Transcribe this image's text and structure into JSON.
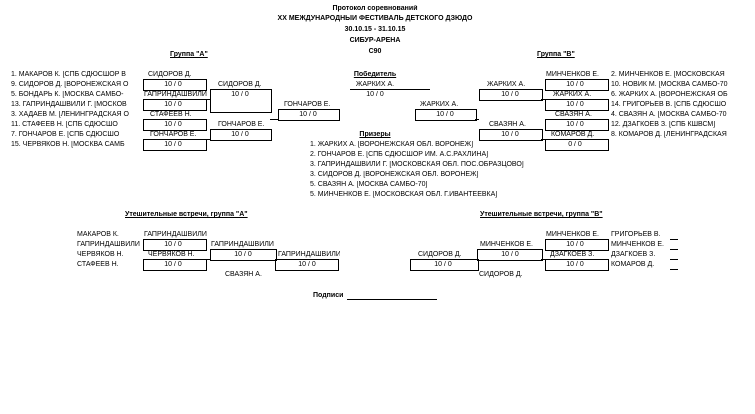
{
  "header": {
    "line1": "Протокол соревнований",
    "line2": "XX МЕЖДУНАРОДНЫЙ ФЕСТИВАЛЬ ДЕТСКОГО ДЗЮДО",
    "dates": "30.10.15 - 31.10.15",
    "venue": "СИБУР-АРЕНА",
    "category": "С90"
  },
  "group_a": {
    "title": "Группа \"А\"",
    "entries": [
      "1. МАКАРОВ К.  [СПБ СДЮСШОР В",
      "9. СИДОРОВ Д.  [ВОРОНЕЖСКАЯ О",
      "5. БОНДАРЬ К.  [МОСКВА САМБО-",
      "13. ГАПРИНДАШВИЛИ Г.  [МОСКОВ",
      "3. ХАДАЕВ М.  [ЛЕНИНГРАДСКАЯ О",
      "11. СТАФЕЕВ Н.  [СПБ СДЮСШО",
      "7. ГОНЧАРОВ Е.  [СПБ СДЮСШО",
      "15. ЧЕРВЯКОВ Н.  [МОСКВА САМБ"
    ],
    "r1": [
      {
        "name": "СИДОРОВ Д.",
        "score": "10 / 0"
      },
      {
        "name": "ГАПРИНДАШВИЛИ",
        "score": "10 / 0"
      },
      {
        "name": "СТАФЕЕВ Н.",
        "score": "10 / 0"
      },
      {
        "name": "ГОНЧАРОВ Е.",
        "score": "10 / 0"
      }
    ],
    "r2": [
      {
        "name": "СИДОРОВ Д.",
        "score": "10 / 0"
      },
      {
        "name": "ГОНЧАРОВ Е.",
        "score": "10 / 0"
      }
    ],
    "final": {
      "name": "ГОНЧАРОВ Е.",
      "score": "10 / 0"
    }
  },
  "group_b": {
    "title": "Группа \"В\"",
    "entries": [
      "2. МИНЧЕНКОВ Е.  [МОСКОВСКАЯ",
      "10. НОВИК М.  [МОСКВА САМБО-70",
      "6. ЖАРКИХ А.  [ВОРОНЕЖСКАЯ ОБ",
      "14. ГРИГОРЬЕВ В.  [СПБ СДЮСШО",
      "4. СВАЗЯН А.  [МОСКВА САМБО-70",
      "12. ДЗАГКОЕВ З.  [СПБ КШВСМ]",
      "8. КОМАРОВ Д.  [ЛЕНИНГРАДСКАЯ"
    ],
    "r1": [
      {
        "name": "МИНЧЕНКОВ Е.",
        "score": "10 / 0"
      },
      {
        "name": "ЖАРКИХ А.",
        "score": "10 / 0"
      },
      {
        "name": "СВАЗЯН А.",
        "score": "10 / 0"
      },
      {
        "name": "КОМАРОВ Д.",
        "score": "0 / 0"
      }
    ],
    "r2": [
      {
        "name": "ЖАРКИХ А.",
        "score": "10 / 0"
      },
      {
        "name": "СВАЗЯН А.",
        "score": "10 / 0"
      }
    ],
    "final": {
      "name": "ЖАРКИХ А.",
      "score": "10 / 0"
    }
  },
  "winner": {
    "title": "Победитель",
    "name": "ЖАРКИХ А.",
    "score": "10 / 0"
  },
  "prizes": {
    "title": "Призеры",
    "items": [
      "1. ЖАРКИХ А.    [ВОРОНЕЖСКАЯ ОБЛ. ВОРОНЕЖ]",
      "2. ГОНЧАРОВ Е.    [СПБ СДЮСШОР ИМ. А.С.РАХЛИНА]",
      "3. ГАПРИНДАШВИЛИ Г.    [МОСКОВСКАЯ ОБЛ. ПОС.ОБРАЗЦОВО]",
      "3. СИДОРОВ Д.    [ВОРОНЕЖСКАЯ ОБЛ. ВОРОНЕЖ]",
      "5. СВАЗЯН А.    [МОСКВА САМБО-70]",
      "5. МИНЧЕНКОВ Е.    [МОСКОВСКАЯ ОБЛ. Г.ИВАНТЕЕВКА]"
    ]
  },
  "consolation_a": {
    "title": "Утешительные встречи, группа \"А\"",
    "entries": [
      "МАКАРОВ К.",
      "ГАПРИНДАШВИЛИ",
      "ЧЕРВЯКОВ Н.",
      "СТАФЕЕВ Н."
    ],
    "r1": [
      {
        "name": "ГАПРИНДАШВИЛИ",
        "score": "10 / 0"
      },
      {
        "name": "ЧЕРВЯКОВ Н.",
        "score": "10 / 0"
      }
    ],
    "r2": {
      "name": "ГАПРИНДАШВИЛИ",
      "score": "10 / 0"
    },
    "final": {
      "name": "ГАПРИНДАШВИЛИ",
      "score": "10 / 0"
    },
    "opponent": "СВАЗЯН А."
  },
  "consolation_b": {
    "title": "Утешительные встречи, группа \"В\"",
    "entries": [
      "ГРИГОРЬЕВ В.",
      "МИНЧЕНКОВ Е.",
      "ДЗАГКОЕВ З.",
      "КОМАРОВ Д."
    ],
    "r1": [
      {
        "name": "МИНЧЕНКОВ Е.",
        "score": "10 / 0"
      },
      {
        "name": "ДЗАГКОЕВ З.",
        "score": "10 / 0"
      }
    ],
    "r2": {
      "name": "МИНЧЕНКОВ Е.",
      "score": "10 / 0"
    },
    "final": {
      "name": "СИДОРОВ Д.",
      "score": "10 / 0"
    },
    "opponent": "СИДОРОВ Д."
  },
  "signature_label": "Подписи"
}
